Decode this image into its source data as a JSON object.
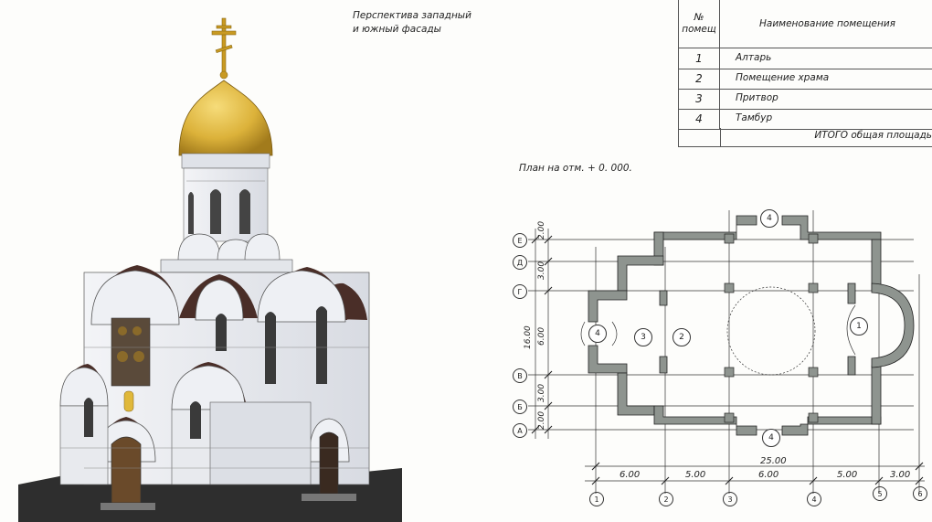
{
  "perspective_caption": {
    "line1": "Перспектива западный",
    "line2": "и южный фасады"
  },
  "room_table": {
    "header_number": "№ помещ",
    "header_name": "Наименование помещения",
    "rows": [
      {
        "number": "1",
        "name": "Алтарь"
      },
      {
        "number": "2",
        "name": "Помещение храма"
      },
      {
        "number": "3",
        "name": "Притвор"
      },
      {
        "number": "4",
        "name": "Тамбур"
      }
    ],
    "total_label": "ИТОГО общая площадь"
  },
  "plan": {
    "caption": "План на отм. + 0. 000.",
    "axes_letters": [
      "Е",
      "Д",
      "Г",
      "В",
      "Б",
      "А"
    ],
    "axes_numbers": [
      "1",
      "2",
      "3",
      "4",
      "5",
      "6"
    ],
    "dims_bottom": [
      "6.00",
      "5.00",
      "6.00",
      "5.00",
      "3.00"
    ],
    "dim_total": "25.00",
    "dims_left": [
      "2.00",
      "3.00",
      "6.00",
      "3.00",
      "2.00"
    ],
    "dim_left_total": "16.00",
    "room_marks": [
      "1",
      "2",
      "3",
      "4"
    ]
  },
  "colors": {
    "wall": "#8e948f",
    "dome_gold": "#e0b83a",
    "facade": "#eceef2",
    "roof": "#4a2e28"
  }
}
